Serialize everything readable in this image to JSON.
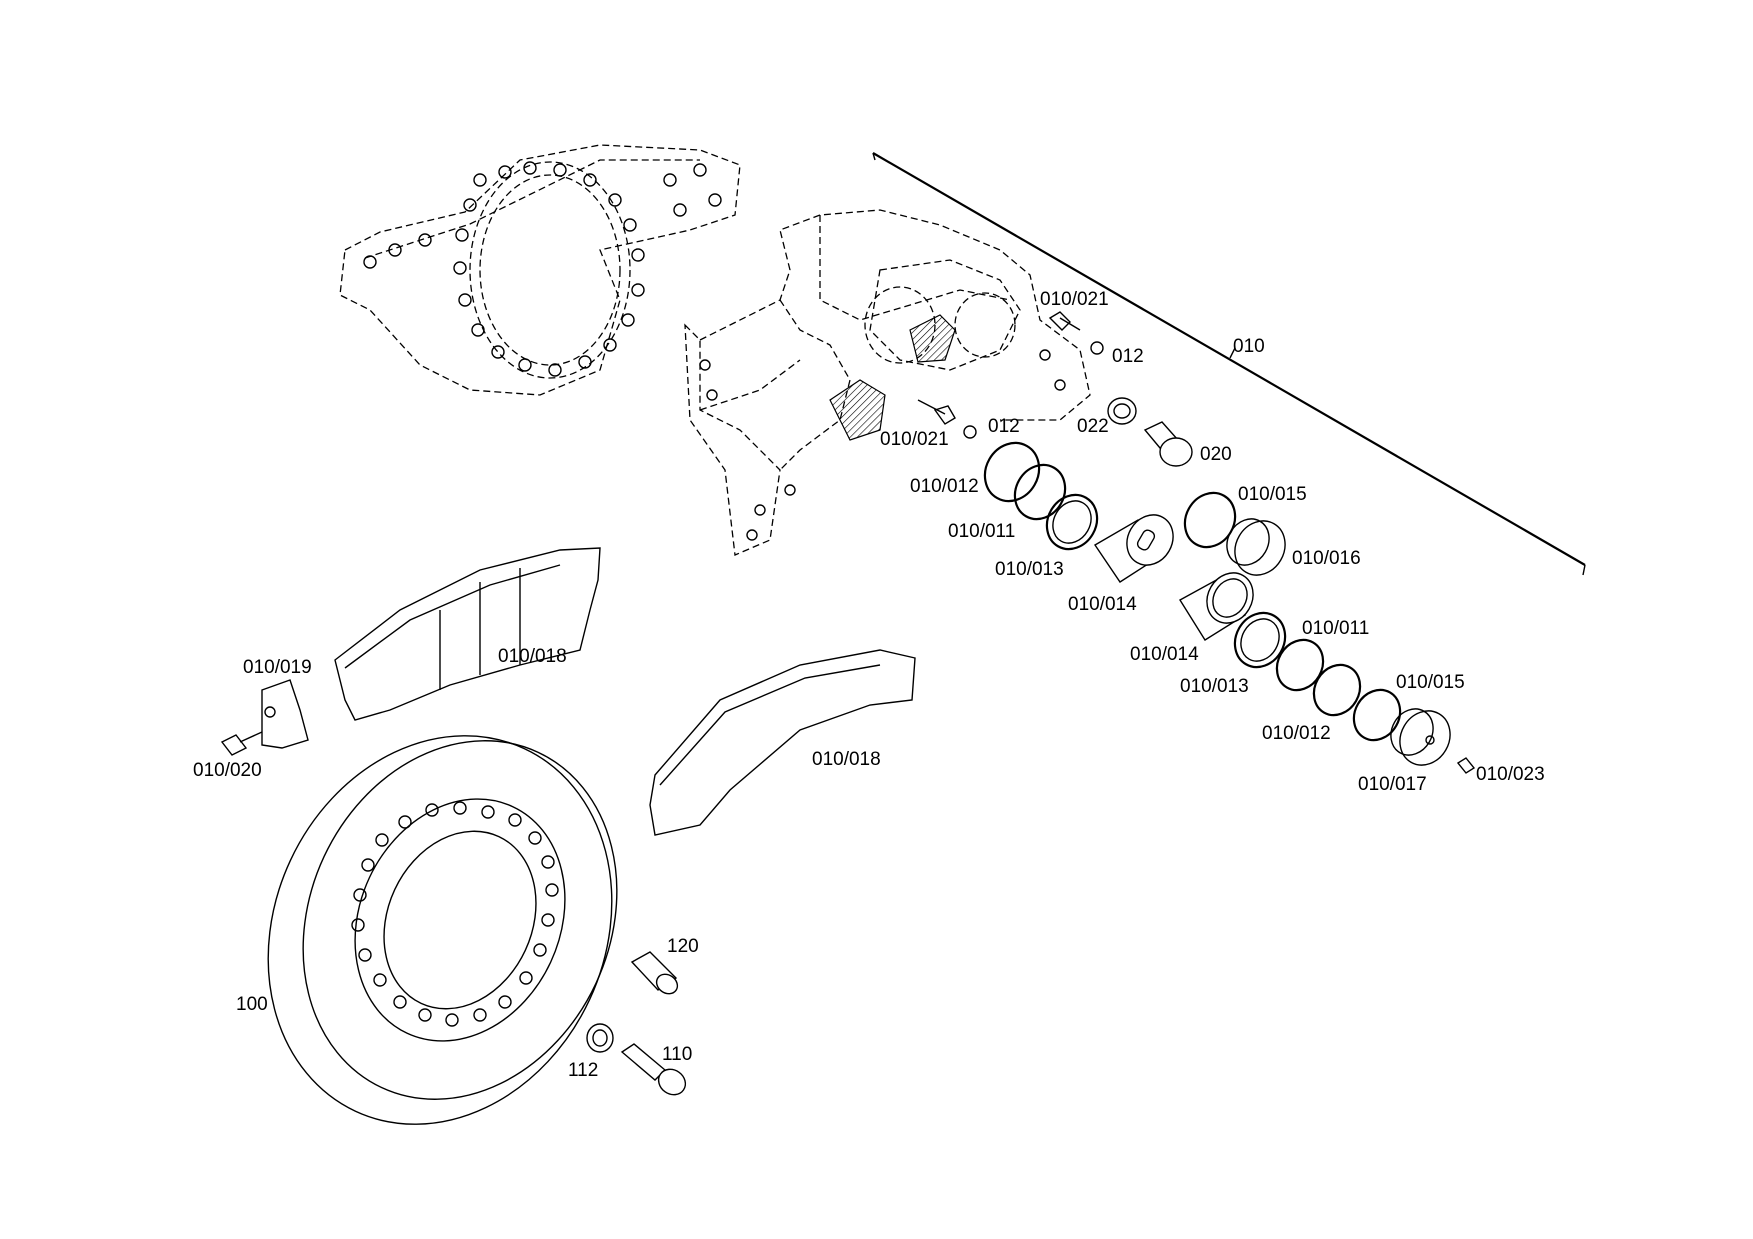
{
  "labels": {
    "l010": "010",
    "l010_021a": "010/021",
    "l012a": "012",
    "l010_021b": "010/021",
    "l012b": "012",
    "l022": "022",
    "l020": "020",
    "l010_012a": "010/012",
    "l010_011a": "010/011",
    "l010_013a": "010/013",
    "l010_014a": "010/014",
    "l010_015a": "010/015",
    "l010_016": "010/016",
    "l010_014b": "010/014",
    "l010_013b": "010/013",
    "l010_011b": "010/011",
    "l010_012b": "010/012",
    "l010_015b": "010/015",
    "l010_017": "010/017",
    "l010_023": "010/023",
    "l010_018a": "010/018",
    "l010_018b": "010/018",
    "l010_019": "010/019",
    "l010_020": "010/020",
    "l100": "100",
    "l120": "120",
    "l110": "110",
    "l112": "112"
  }
}
